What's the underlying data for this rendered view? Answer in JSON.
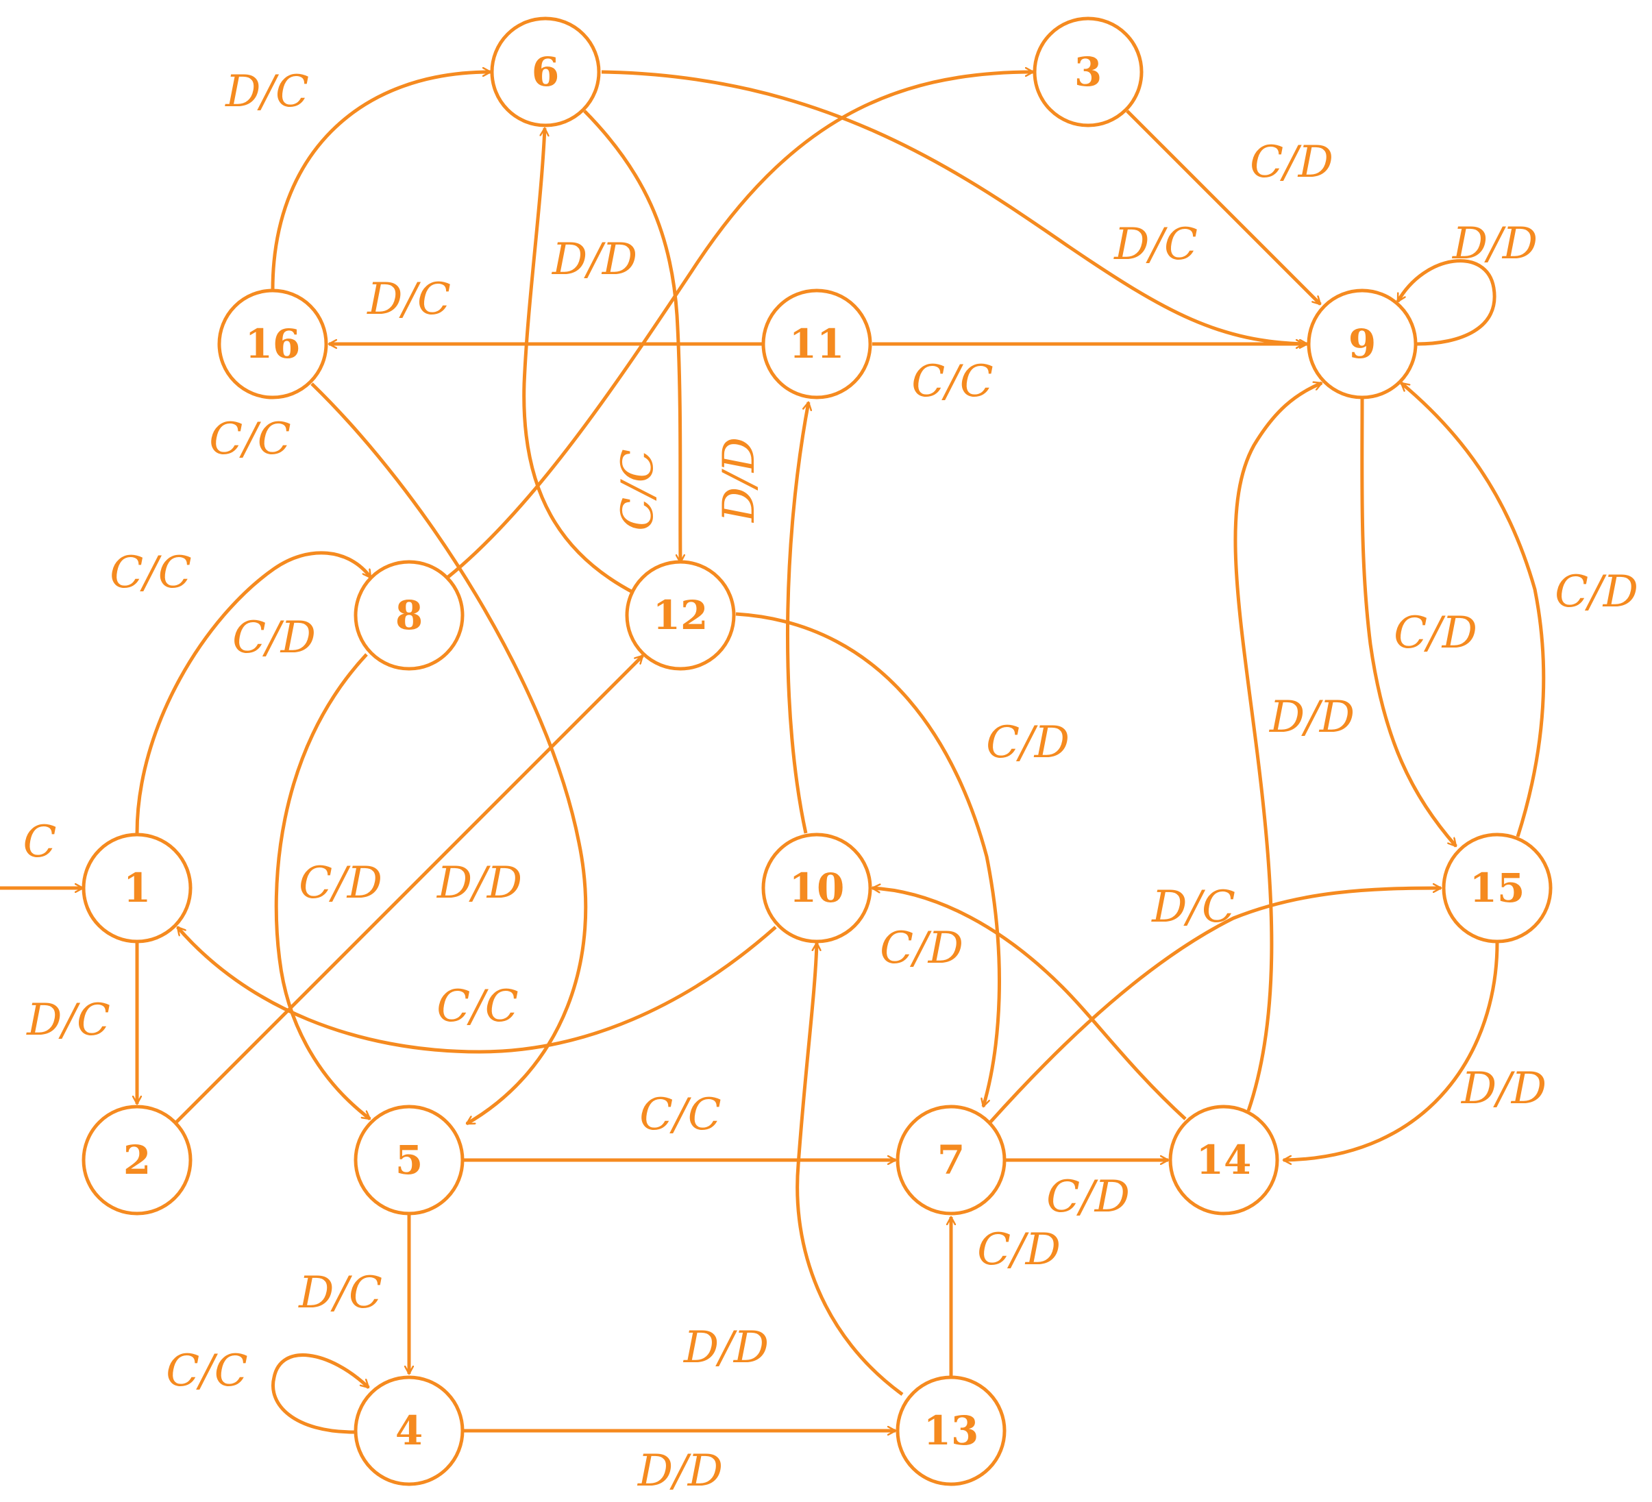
{
  "colors": {
    "accent": "#f58a1f",
    "background": "#ffffff"
  },
  "nodes": [
    {
      "id": "1",
      "label": "1"
    },
    {
      "id": "2",
      "label": "2"
    },
    {
      "id": "3",
      "label": "3"
    },
    {
      "id": "4",
      "label": "4"
    },
    {
      "id": "5",
      "label": "5"
    },
    {
      "id": "6",
      "label": "6"
    },
    {
      "id": "7",
      "label": "7"
    },
    {
      "id": "8",
      "label": "8"
    },
    {
      "id": "9",
      "label": "9"
    },
    {
      "id": "10",
      "label": "10"
    },
    {
      "id": "11",
      "label": "11"
    },
    {
      "id": "12",
      "label": "12"
    },
    {
      "id": "13",
      "label": "13"
    },
    {
      "id": "14",
      "label": "14"
    },
    {
      "id": "15",
      "label": "15"
    },
    {
      "id": "16",
      "label": "16"
    }
  ],
  "start": {
    "to": "1",
    "label": "C"
  },
  "edges": [
    {
      "from": "1",
      "to": "2",
      "label": "D/C"
    },
    {
      "from": "1",
      "to": "8",
      "label": "C/C"
    },
    {
      "from": "2",
      "to": "12",
      "label": "D/D"
    },
    {
      "from": "8",
      "to": "3",
      "label": "C/D"
    },
    {
      "from": "8",
      "to": "5",
      "label": "C/D"
    },
    {
      "from": "3",
      "to": "9",
      "label": "C/D"
    },
    {
      "from": "6",
      "to": "9",
      "label": "D/C"
    },
    {
      "from": "6",
      "to": "12",
      "label": "C/C"
    },
    {
      "from": "16",
      "to": "6",
      "label": "D/C"
    },
    {
      "from": "16",
      "to": "5",
      "label": "C/C"
    },
    {
      "from": "11",
      "to": "16",
      "label": "D/C"
    },
    {
      "from": "11",
      "to": "9",
      "label": "C/C"
    },
    {
      "from": "12",
      "to": "6",
      "label": "D/D"
    },
    {
      "from": "12",
      "to": "7",
      "label": "C/D"
    },
    {
      "from": "10",
      "to": "11",
      "label": "D/D"
    },
    {
      "from": "10",
      "to": "1",
      "label": "C/C"
    },
    {
      "from": "9",
      "to": "9",
      "label": "D/D"
    },
    {
      "from": "9",
      "to": "15",
      "label": "C/D"
    },
    {
      "from": "15",
      "to": "9",
      "label": "C/D"
    },
    {
      "from": "15",
      "to": "14",
      "label": "D/D"
    },
    {
      "from": "14",
      "to": "9",
      "label": "D/D"
    },
    {
      "from": "14",
      "to": "10",
      "label": "C/D"
    },
    {
      "from": "7",
      "to": "15",
      "label": "D/C"
    },
    {
      "from": "7",
      "to": "14",
      "label": "C/D"
    },
    {
      "from": "5",
      "to": "7",
      "label": "C/C"
    },
    {
      "from": "5",
      "to": "4",
      "label": "D/C"
    },
    {
      "from": "4",
      "to": "4",
      "label": "C/C"
    },
    {
      "from": "4",
      "to": "13",
      "label": "D/D"
    },
    {
      "from": "13",
      "to": "7",
      "label": "C/D"
    },
    {
      "from": "13",
      "to": "10",
      "label": "D/D"
    }
  ]
}
